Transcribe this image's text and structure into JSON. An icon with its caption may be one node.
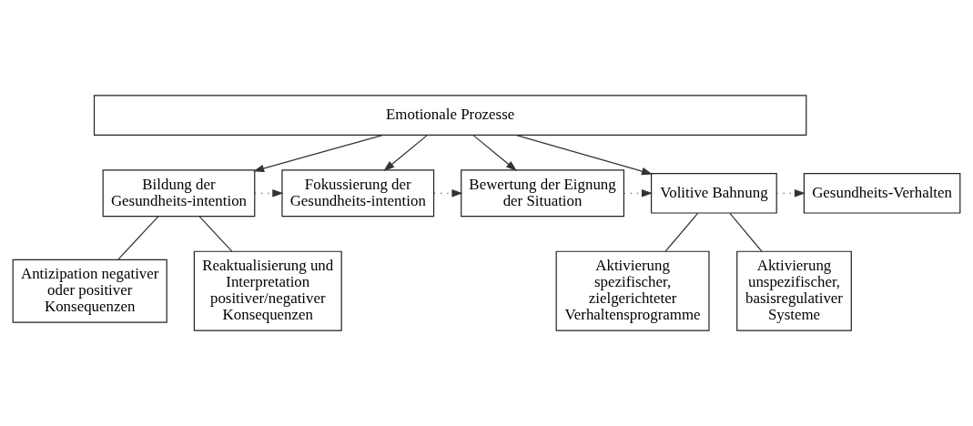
{
  "diagram": {
    "nodes": [
      {
        "text": [
          "Emotionale Prozesse"
        ]
      },
      {
        "text": [
          "Bildung der Gesundheits-intention"
        ]
      },
      {
        "text": [
          "Fokussierung der Gesundheits-intention"
        ]
      },
      {
        "text": [
          "Bewertung der Eignung der Situation"
        ]
      },
      {
        "text": [
          "Volitive Bahnung"
        ]
      },
      {
        "text": [
          "Gesundheits-Verhalten"
        ]
      },
      {
        "text": [
          "Antizipation negativer oder positiver Konsequenzen"
        ]
      },
      {
        "text": [
          "Reaktualisierung und Interpretation positiver/negativer Konsequenzen"
        ]
      },
      {
        "text": [
          "Aktivierung spezifischer, zielgerichteter Verhaltensprogramme"
        ]
      },
      {
        "text": [
          "Aktivierung unspezifischer, basisregulativer Systeme"
        ]
      }
    ],
    "edges": [
      {
        "from": 0,
        "to": 1,
        "arrow": "to"
      },
      {
        "from": 0,
        "to": 2,
        "arrow": "to"
      },
      {
        "from": 0,
        "to": 3,
        "arrow": "to"
      },
      {
        "from": 0,
        "to": 4,
        "arrow": "to"
      },
      {
        "from": 1,
        "to": 2,
        "arrow": "to",
        "style": "dashed"
      },
      {
        "from": 2,
        "to": 3,
        "arrow": "to",
        "style": "dashed"
      },
      {
        "from": 3,
        "to": 4,
        "arrow": "to",
        "style": "dashed"
      },
      {
        "from": 4,
        "to": 5,
        "arrow": "to",
        "style": "dashed"
      },
      {
        "from": 1,
        "to": 6,
        "arrow": "none"
      },
      {
        "from": 1,
        "to": 7,
        "arrow": "none"
      },
      {
        "from": 4,
        "to": 8,
        "arrow": "none"
      },
      {
        "from": 4,
        "to": 9,
        "arrow": "none"
      }
    ]
  }
}
